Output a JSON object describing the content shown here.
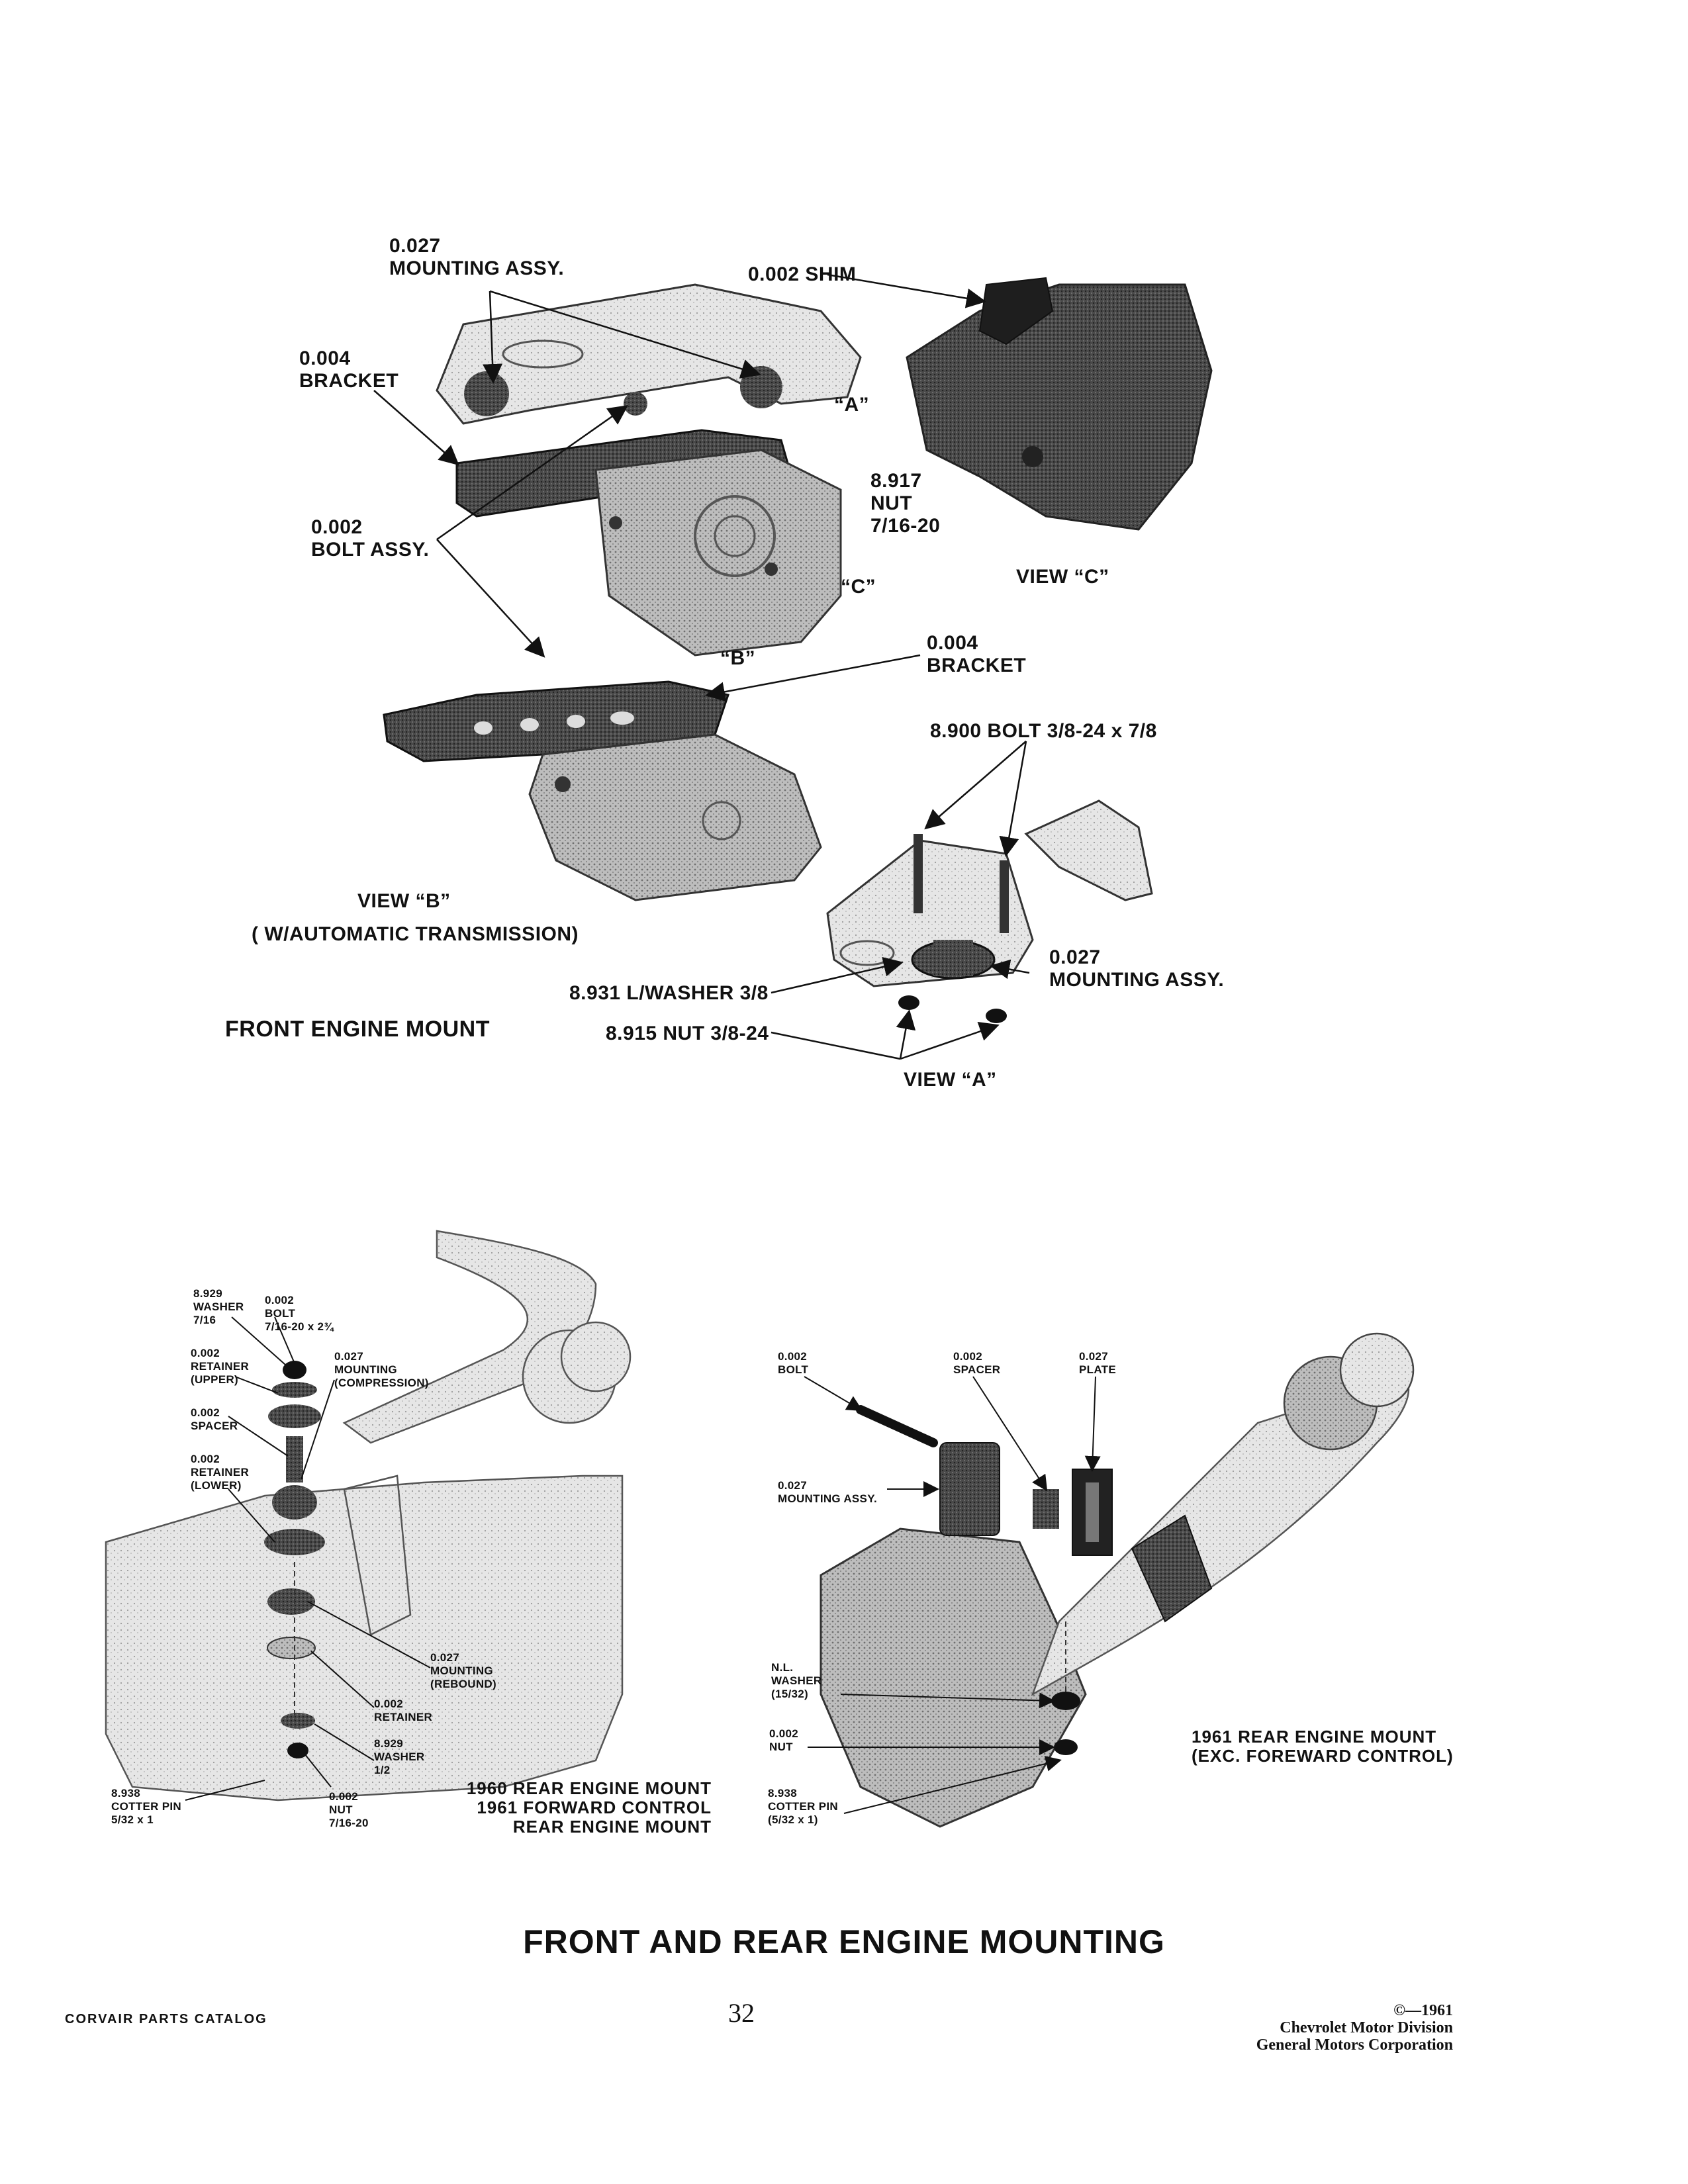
{
  "front": {
    "title": "FRONT ENGINE MOUNT",
    "labels": {
      "mounting_assy_top": "0.027\nMOUNTING ASSY.",
      "shim": "0.002 SHIM",
      "bracket_top": "0.004\nBRACKET",
      "ref_a": "“A”",
      "nut_917": "8.917\nNUT\n7/16-20",
      "bolt_assy": "0.002\nBOLT ASSY.",
      "view_c_label": "VIEW “C”",
      "ref_c": "“C”",
      "ref_b": "“B”",
      "bracket_mid": "0.004\nBRACKET",
      "bolt_900": "8.900 BOLT 3/8-24 x 7/8",
      "view_b": "VIEW “B”",
      "auto_trans": "( W/AUTOMATIC TRANSMISSION)",
      "mounting_assy_right": "0.027\nMOUNTING ASSY.",
      "lwasher": "8.931 L/WASHER 3/8",
      "nut_915": "8.915 NUT 3/8-24",
      "view_a": "VIEW “A”"
    }
  },
  "rear_left": {
    "caption": "1960 REAR ENGINE MOUNT\n1961 FORWARD CONTROL\nREAR ENGINE MOUNT",
    "labels": {
      "washer_716": "8.929\nWASHER\n7/16",
      "bolt": "0.002\nBOLT\n7/16-20 x 2¾",
      "retainer_upper": "0.002\nRETAINER\n(UPPER)",
      "mounting_comp": "0.027\nMOUNTING\n(COMPRESSION)",
      "spacer": "0.002\nSPACER",
      "retainer_lower": "0.002\nRETAINER\n(LOWER)",
      "mounting_rebound": "0.027\nMOUNTING\n(REBOUND)",
      "retainer": "0.002\nRETAINER",
      "washer_12": "8.929\nWASHER\n1/2",
      "cotter": "8.938\nCOTTER PIN\n5/32 x 1",
      "nut": "0.002\nNUT\n7/16-20"
    }
  },
  "rear_right": {
    "caption": "1961 REAR ENGINE MOUNT\n(EXC. FOREWARD CONTROL)",
    "labels": {
      "bolt": "0.002\nBOLT",
      "spacer": "0.002\nSPACER",
      "plate": "0.027\nPLATE",
      "mounting_assy": "0.027\nMOUNTING ASSY.",
      "nl_washer": "N.L.\nWASHER\n(15/32)",
      "nut": "0.002\nNUT",
      "cotter": "8.938\nCOTTER PIN\n(5/32 x 1)"
    }
  },
  "page_title": "FRONT AND REAR ENGINE MOUNTING",
  "footer": {
    "catalog": "CORVAIR PARTS CATALOG",
    "page_number": "32",
    "copyright": "©—1961\nChevrolet Motor Division\nGeneral Motors Corporation"
  }
}
